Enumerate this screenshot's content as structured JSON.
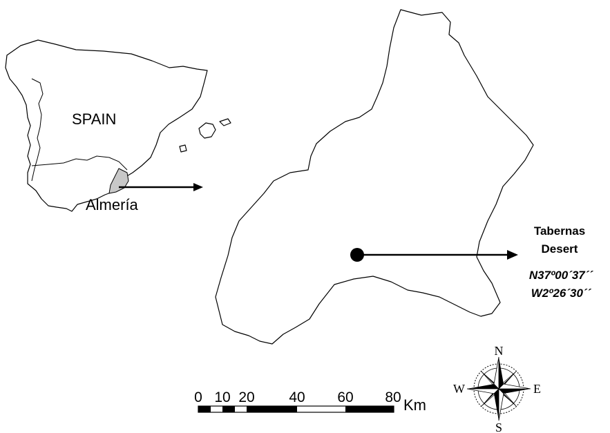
{
  "labels": {
    "country": "SPAIN",
    "province": "Almería",
    "site_name_line1": "Tabernas",
    "site_name_line2": "Desert",
    "lat": "N37º00´37´´",
    "lon": "W2º26´30´´"
  },
  "scale_bar": {
    "ticks": [
      "0",
      "10",
      "20",
      "40",
      "60",
      "80"
    ],
    "unit": "Km"
  },
  "compass": {
    "north": "N",
    "south": "S",
    "east": "E",
    "west": "W"
  },
  "colors": {
    "highlight": "#c8c8c8",
    "outline": "#000000"
  }
}
